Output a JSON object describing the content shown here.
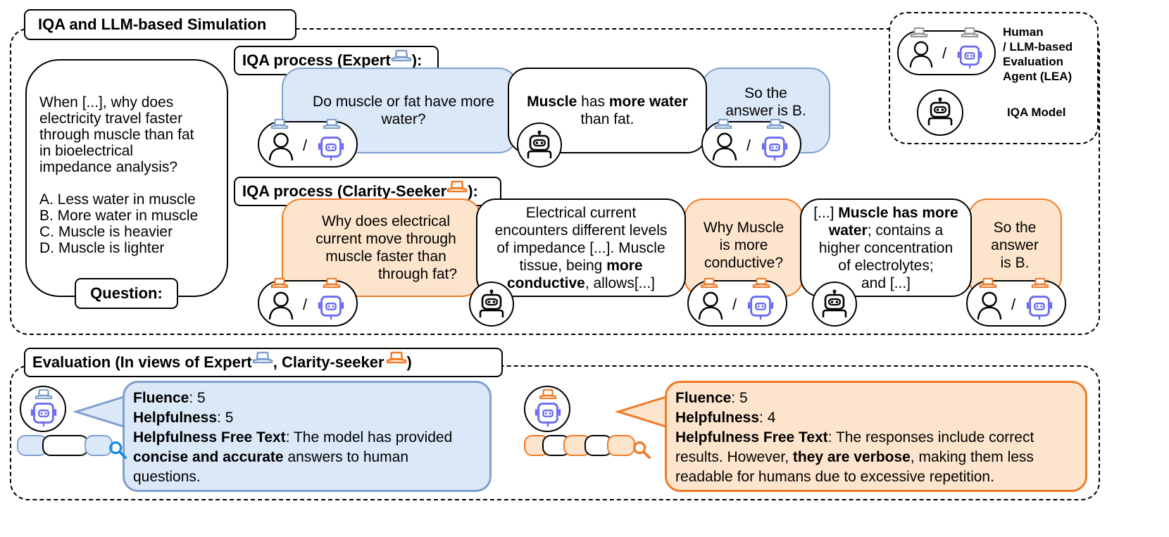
{
  "top_section": {
    "title": "IQA and LLM-based Simulation"
  },
  "question": {
    "lines": [
      "When [...], why does",
      "electricity travel faster",
      "through muscle than fat",
      "in bioelectrical",
      "impedance analysis?"
    ],
    "options": [
      "A. Less water in muscle",
      "B. More water in muscle",
      "C. Muscle is heavier",
      "D. Muscle is lighter"
    ],
    "label": "Question:"
  },
  "legend": {
    "agent_label_lines": [
      "Human",
      "/ LLM-based",
      "Evaluation",
      "Agent (LEA)"
    ],
    "model_label": "IQA Model",
    "separator": "/"
  },
  "expert_process": {
    "title": "IQA process (Expert",
    "title_end": "):",
    "q1": [
      "Do muscle or fat have more",
      "water?"
    ],
    "a1": {
      "bold1": "Muscle",
      "text1": " has ",
      "bold2": "more water",
      "line2": "than fat."
    },
    "q2": [
      "So the",
      "answer is B."
    ],
    "separator": "/"
  },
  "clarity_process": {
    "title": "IQA process (Clarity-Seeker",
    "title_end": "):",
    "q1": [
      "Why does electrical",
      "current move through",
      "muscle faster than",
      "through fat?"
    ],
    "a1": {
      "l1": "Electrical current",
      "l2": "encounters different levels",
      "l3": "of impedance [...]. Muscle",
      "l4a": "tissue, being ",
      "l4b": "more",
      "l5a": "conductive",
      "l5b": ", allows[...]"
    },
    "q2": [
      "Why Muscle",
      "is more",
      "conductive?"
    ],
    "a2": {
      "l1a": "[...] ",
      "l1b": "Muscle has more",
      "l2a": "water",
      "l2b": "; contains a",
      "l3": "higher concentration",
      "l4": "of electrolytes;",
      "l5": "and [...]"
    },
    "q3": [
      "So the",
      "answer",
      "is B."
    ],
    "separator": "/"
  },
  "evaluation": {
    "title": "Evaluation (In views of Expert",
    "title_mid": ", Clarity-seeker",
    "title_end": ")",
    "expert": {
      "fluence_label": "Fluence",
      "fluence_value": ": 5",
      "help_label": "Helpfulness",
      "help_value": ": 5",
      "free_label": "Helpfulness Free Text",
      "free_1": ": The model has provided",
      "free_bold": "concise and accurate",
      "free_2": " answers to human",
      "free_3": "questions."
    },
    "clarity": {
      "fluence_label": "Fluence",
      "fluence_value": ": 5",
      "help_label": "Helpfulness",
      "help_value": ": 4",
      "free_label": "Helpfulness Free Text",
      "free_1": ": The responses include correct",
      "free_2a": "results. However, ",
      "free_bold": "they are verbose",
      "free_2b": ", making them less",
      "free_3": "readable for humans due to excessive repetition."
    }
  },
  "colors": {
    "expert_fill": "#dbe8f8",
    "expert_border": "#7f9fcf",
    "clarity_fill": "#fde4cc",
    "clarity_border": "#f07a26",
    "robot_purple": "#6b6cf0"
  },
  "icons": [
    "human-icon",
    "robot-icon",
    "hat-icon",
    "magnifier-icon"
  ]
}
